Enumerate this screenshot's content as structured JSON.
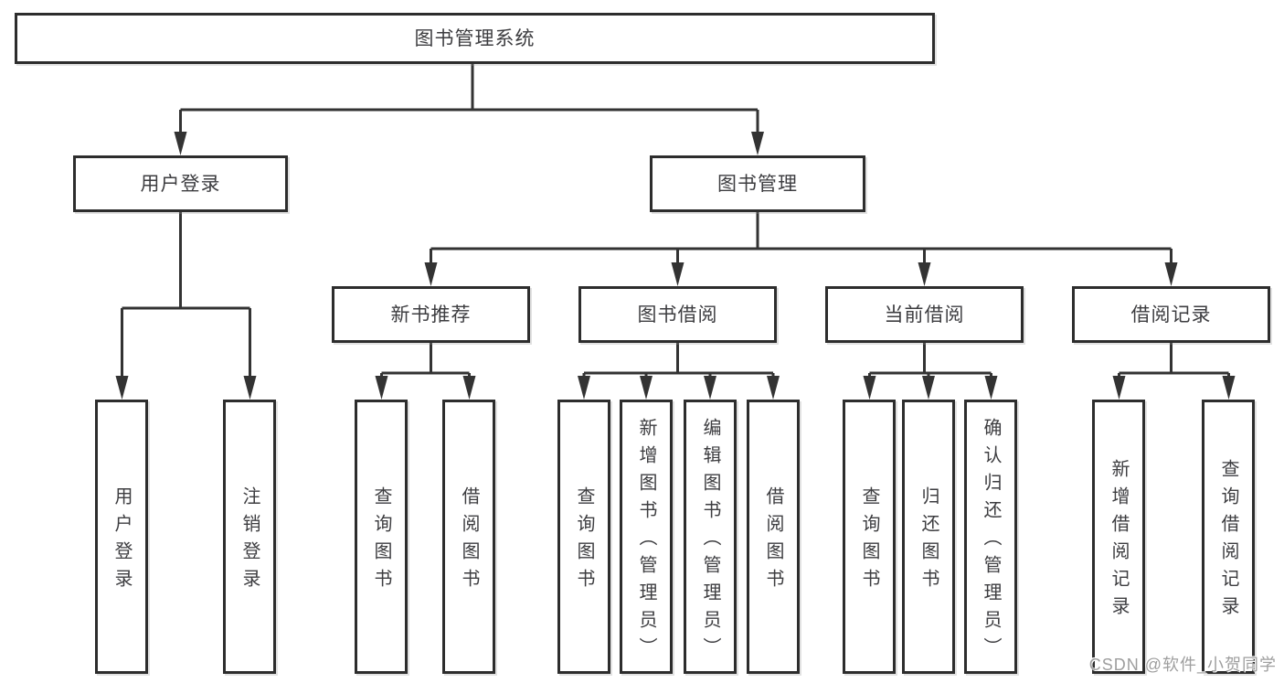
{
  "tree": {
    "root": {
      "label": "图书管理系统",
      "children": [
        {
          "label": "用户登录",
          "children": [
            {
              "label": "用户登录"
            },
            {
              "label": "注销登录"
            }
          ]
        },
        {
          "label": "图书管理",
          "children": [
            {
              "label": "新书推荐",
              "children": [
                {
                  "label": "查询图书"
                },
                {
                  "label": "借阅图书"
                }
              ]
            },
            {
              "label": "图书借阅",
              "children": [
                {
                  "label": "查询图书"
                },
                {
                  "label": "新增图书（管理员）"
                },
                {
                  "label": "编辑图书（管理员）"
                },
                {
                  "label": "借阅图书"
                }
              ]
            },
            {
              "label": "当前借阅",
              "children": [
                {
                  "label": "查询图书"
                },
                {
                  "label": "归还图书"
                },
                {
                  "label": "确认归还（管理员）"
                }
              ]
            },
            {
              "label": "借阅记录",
              "children": [
                {
                  "label": "新增借阅记录"
                },
                {
                  "label": "查询借阅记录"
                }
              ]
            }
          ]
        }
      ]
    }
  },
  "watermark": {
    "text": "CSDN @软件_小贺同学"
  },
  "colors": {
    "line": "#333333",
    "box_border": "#2d2d2d",
    "text": "#3d3d40",
    "watermark": "#9e9e9e",
    "background": "#ffffff"
  }
}
